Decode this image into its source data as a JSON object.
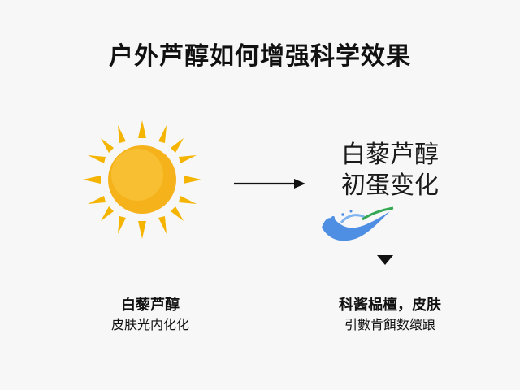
{
  "title": "户外芦醇如何增强科学效果",
  "process": {
    "sun_icon": "sun-icon",
    "arrow_icon": "right-arrow-icon",
    "result_lines": [
      "白藜芦醇",
      "初蛋变化"
    ],
    "splash_icon": "water-splash-icon",
    "down_icon": "down-triangle-icon"
  },
  "captions": {
    "left": {
      "line1": "白藜芦醇",
      "line2": "皮肤光内化化"
    },
    "right": {
      "line1": "科酱榀檀，皮肤",
      "line2": "引數肯餌数缳踉"
    }
  },
  "colors": {
    "sun_core": "#f6b21a",
    "sun_rays": "#f4b400",
    "splash_blue": "#4f8fe3",
    "splash_green": "#34a853",
    "text": "#111111"
  }
}
